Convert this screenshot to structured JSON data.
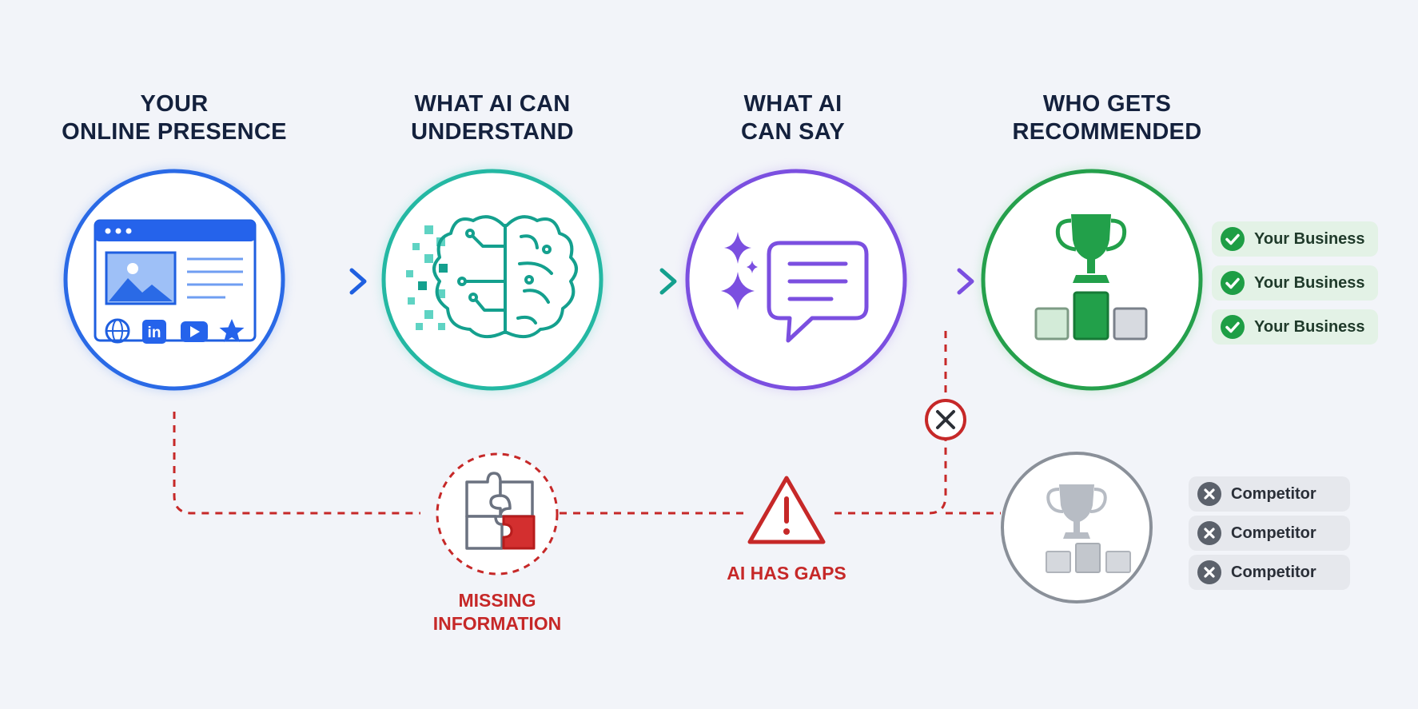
{
  "stages": [
    {
      "title_line1": "YOUR",
      "title_line2": "ONLINE PRESENCE",
      "icon": "website-social-icon",
      "color": "#1f5fe0"
    },
    {
      "title_line1": "WHAT AI CAN",
      "title_line2": "UNDERSTAND",
      "icon": "brain-icon",
      "color": "#1fb3a0"
    },
    {
      "title_line1": "WHAT AI",
      "title_line2": "CAN SAY",
      "icon": "chat-sparkle-icon",
      "color": "#7b4fe0"
    },
    {
      "title_line1": "WHO GETS",
      "title_line2": "RECOMMENDED",
      "icon": "trophy-podium-icon",
      "color": "#20a04a"
    }
  ],
  "recommended": [
    "Your Business",
    "Your Business",
    "Your Business"
  ],
  "competitors": [
    "Competitor",
    "Competitor",
    "Competitor"
  ],
  "gaps": {
    "missing_line1": "MISSING",
    "missing_line2": "INFORMATION",
    "ai_gaps": "AI HAS GAPS",
    "color": "#c62828"
  }
}
